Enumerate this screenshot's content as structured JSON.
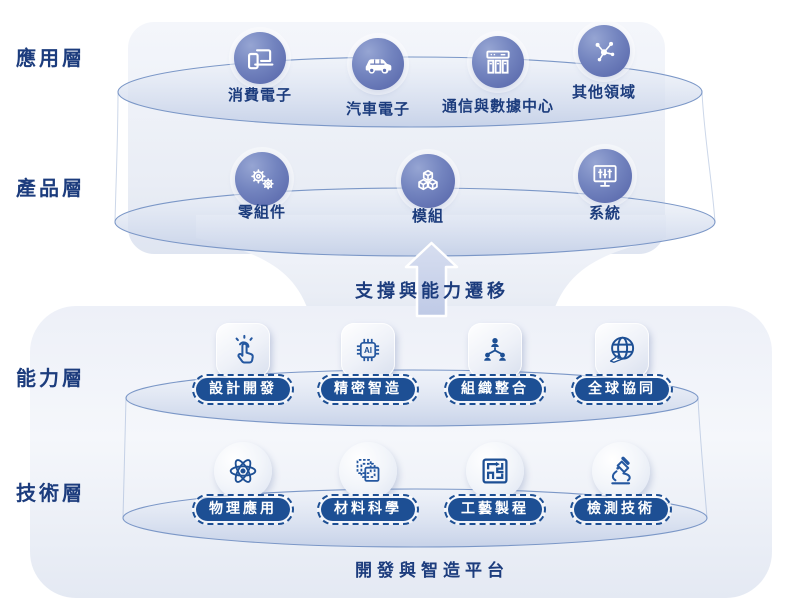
{
  "colors": {
    "navy": "#1c3c7d",
    "pill_blue": "#1d4f94",
    "icon_circle_blue": "#6172b3",
    "plate_stroke": "#7f9bc9"
  },
  "flow": {
    "label": "支撐與能力遷移",
    "icon": "arrow-up-icon"
  },
  "platform_title": "開發與智造平台",
  "layers": {
    "application": {
      "label": "應用層",
      "items": [
        {
          "label": "消費電子",
          "icon": "devices-icon"
        },
        {
          "label": "汽車電子",
          "icon": "car-icon"
        },
        {
          "label": "通信與數據中心",
          "icon": "server-rack-icon"
        },
        {
          "label": "其他領域",
          "icon": "network-nodes-icon"
        }
      ]
    },
    "product": {
      "label": "產品層",
      "items": [
        {
          "label": "零組件",
          "icon": "gears-icon"
        },
        {
          "label": "模組",
          "icon": "cubes-icon"
        },
        {
          "label": "系統",
          "icon": "monitor-sliders-icon"
        }
      ]
    },
    "capability": {
      "label": "能力層",
      "items": [
        {
          "label": "設計開發",
          "icon": "touch-hand-icon"
        },
        {
          "label": "精密智造",
          "icon": "ai-chip-icon",
          "icon_text": "AI"
        },
        {
          "label": "組織整合",
          "icon": "org-chart-icon"
        },
        {
          "label": "全球協同",
          "icon": "globe-icon"
        }
      ]
    },
    "technology": {
      "label": "技術層",
      "items": [
        {
          "label": "物理應用",
          "icon": "atom-icon"
        },
        {
          "label": "材料科學",
          "icon": "material-layers-icon"
        },
        {
          "label": "工藝製程",
          "icon": "process-maze-icon"
        },
        {
          "label": "檢測技術",
          "icon": "microscope-icon"
        }
      ]
    }
  }
}
